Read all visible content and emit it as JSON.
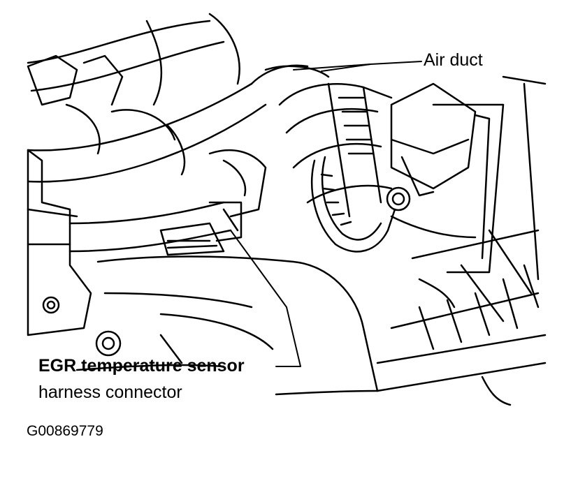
{
  "labels": {
    "air_duct": "Air duct",
    "egr_line1_bold": "EGR",
    "egr_line1_rest": " temperature sensor",
    "egr_line2": "harness connector"
  },
  "figure_code": "G00869779",
  "colors": {
    "ink": "#000000",
    "paper": "#ffffff"
  }
}
